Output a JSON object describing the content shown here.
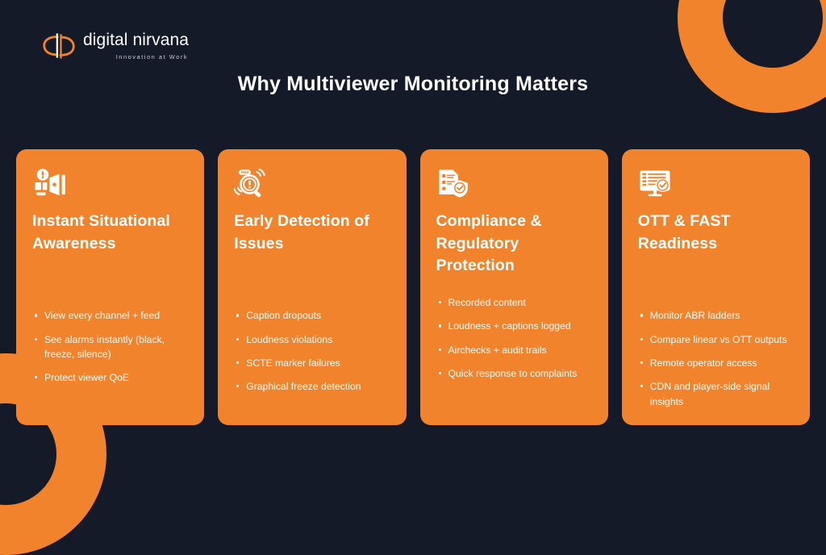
{
  "brand": {
    "name": "digital nirvana",
    "tagline": "Innovation at Work",
    "logo_icon": "dn-monogram-logo"
  },
  "header": {
    "title": "Why Multiviewer Monitoring Matters"
  },
  "colors": {
    "background": "#141A27",
    "accent_orange": "#F0832B",
    "text_light": "#FFFFFF",
    "tagline_grey": "#C7CCD6"
  },
  "decorations": [
    {
      "name": "top-right-ring",
      "color": "#F0832B"
    },
    {
      "name": "bottom-left-ring",
      "color": "#F0832B"
    }
  ],
  "cards": [
    {
      "icon": "multiviewer-alert-icon",
      "title": "Instant Situational Awareness",
      "bullets": [
        "View every channel + feed",
        "See alarms instantly (black, freeze, silence)",
        "Protect viewer QoE"
      ]
    },
    {
      "icon": "magnifier-alert-signal-icon",
      "title": "Early Detection of Issues",
      "bullets": [
        "Caption dropouts",
        "Loudness violations",
        "SCTE marker failures",
        "Graphical freeze detection"
      ]
    },
    {
      "icon": "document-shield-check-icon",
      "title": "Compliance & Regulatory Protection",
      "bullets": [
        "Recorded content",
        "Loudness + captions logged",
        "Airchecks + audit trails",
        "Quick response to complaints"
      ]
    },
    {
      "icon": "monitor-checklist-check-icon",
      "title": "OTT & FAST Readiness",
      "bullets": [
        "Monitor ABR ladders",
        "Compare linear vs OTT outputs",
        "Remote operator access",
        "CDN and player-side signal insights"
      ]
    }
  ]
}
